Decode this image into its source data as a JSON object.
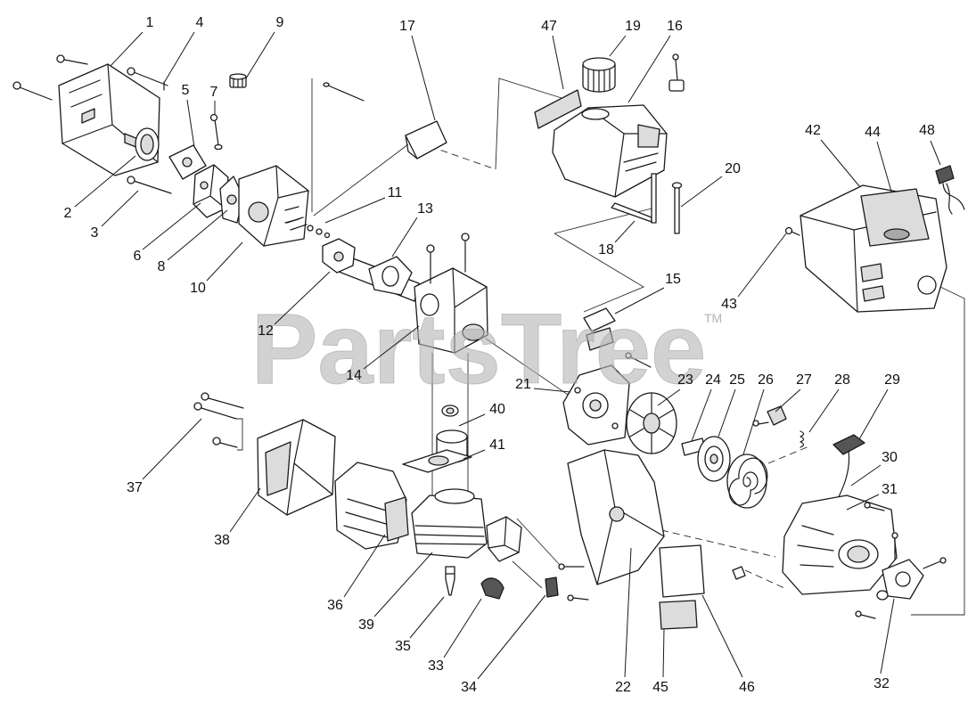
{
  "watermark": {
    "brand": "PartsTree",
    "trademark": "TM"
  },
  "colors": {
    "ink": "#1a1a1a",
    "watermark": "#b4b4b4",
    "background": "#ffffff"
  },
  "callouts": [
    "1",
    "4",
    "9",
    "17",
    "47",
    "19",
    "16",
    "5",
    "7",
    "2",
    "3",
    "6",
    "8",
    "10",
    "11",
    "13",
    "20",
    "18",
    "42",
    "44",
    "48",
    "43",
    "15",
    "12",
    "14",
    "21",
    "23",
    "24",
    "25",
    "26",
    "27",
    "28",
    "29",
    "40",
    "41",
    "30",
    "31",
    "37",
    "38",
    "36",
    "39",
    "35",
    "33",
    "34",
    "22",
    "45",
    "46",
    "32"
  ]
}
